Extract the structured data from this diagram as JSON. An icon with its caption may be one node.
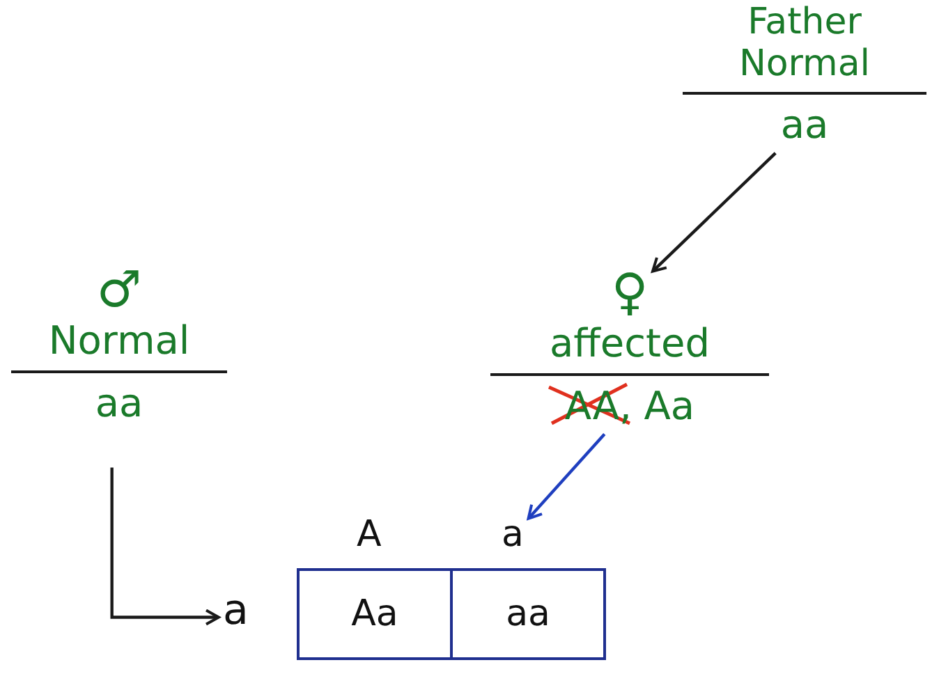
{
  "diagram": {
    "nodes": [
      {
        "text": [
          "Father",
          "Normal",
          "aa"
        ]
      },
      {
        "text": [
          "♂",
          "Normal",
          "aa"
        ]
      },
      {
        "text": [
          "♀",
          "affected",
          "AA, Aa"
        ]
      },
      {
        "text": [
          "A"
        ]
      },
      {
        "text": [
          "a"
        ]
      },
      {
        "text": [
          "a"
        ]
      },
      {
        "text": [
          "Aa"
        ]
      },
      {
        "text": [
          "aa"
        ]
      }
    ],
    "edges": [
      {
        "from": 0,
        "to": 2,
        "arrow": "to"
      },
      {
        "from": 2,
        "to": 4,
        "arrow": "to",
        "color": "#1f3fbf"
      },
      {
        "from": 1,
        "to": 5,
        "arrow": "to"
      }
    ]
  }
}
